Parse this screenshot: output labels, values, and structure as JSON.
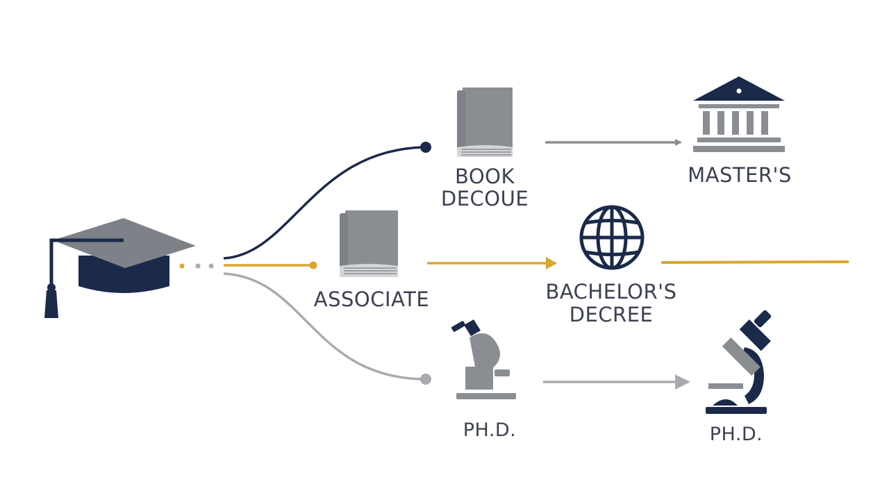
{
  "colors": {
    "navy": "#1b2a4a",
    "gray": "#7e8288",
    "light_gray": "#a9abae",
    "gold": "#d9a62e",
    "text": "#3c4150"
  },
  "icons": {
    "start": "graduation-cap-icon",
    "book_top": "book-icon",
    "book_mid": "book-icon",
    "masters": "university-building-icon",
    "bachelors": "globe-icon",
    "phd_left": "microscope-icon",
    "phd_right": "microscope-icon"
  },
  "labels": {
    "book_line1": "BOOK",
    "book_line2": "DECOUE",
    "masters": "MASTER'S",
    "associate": "ASSOCIATE",
    "bachelors_line1": "BACHELOR'S",
    "bachelors_line2": "DECREE",
    "phd_left": "PH.D.",
    "phd_right": "PH.D."
  }
}
